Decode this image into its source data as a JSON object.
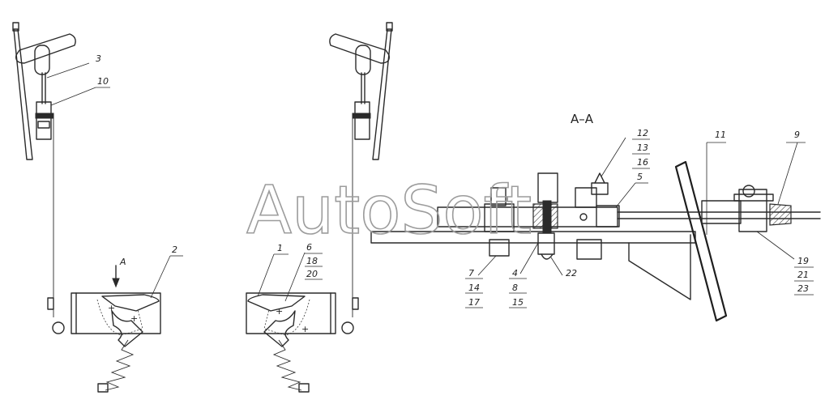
{
  "watermark": "AutoSoft",
  "section": {
    "view_arrow_label": "A",
    "title": "A–A"
  },
  "left_view": {
    "labels": {
      "l3": "3",
      "l10": "10",
      "l2": "2"
    }
  },
  "mid_view": {
    "labels": {
      "l1": "1",
      "l6": "6",
      "l18": "18",
      "l20": "20"
    }
  },
  "section_view": {
    "labels": {
      "l12": "12",
      "l13": "13",
      "l16": "16",
      "l5": "5",
      "l11": "11",
      "l9": "9",
      "l7": "7",
      "l14": "14",
      "l17": "17",
      "l4": "4",
      "l8": "8",
      "l15": "15",
      "l22": "22",
      "l19": "19",
      "l21": "21",
      "l23": "23"
    }
  }
}
